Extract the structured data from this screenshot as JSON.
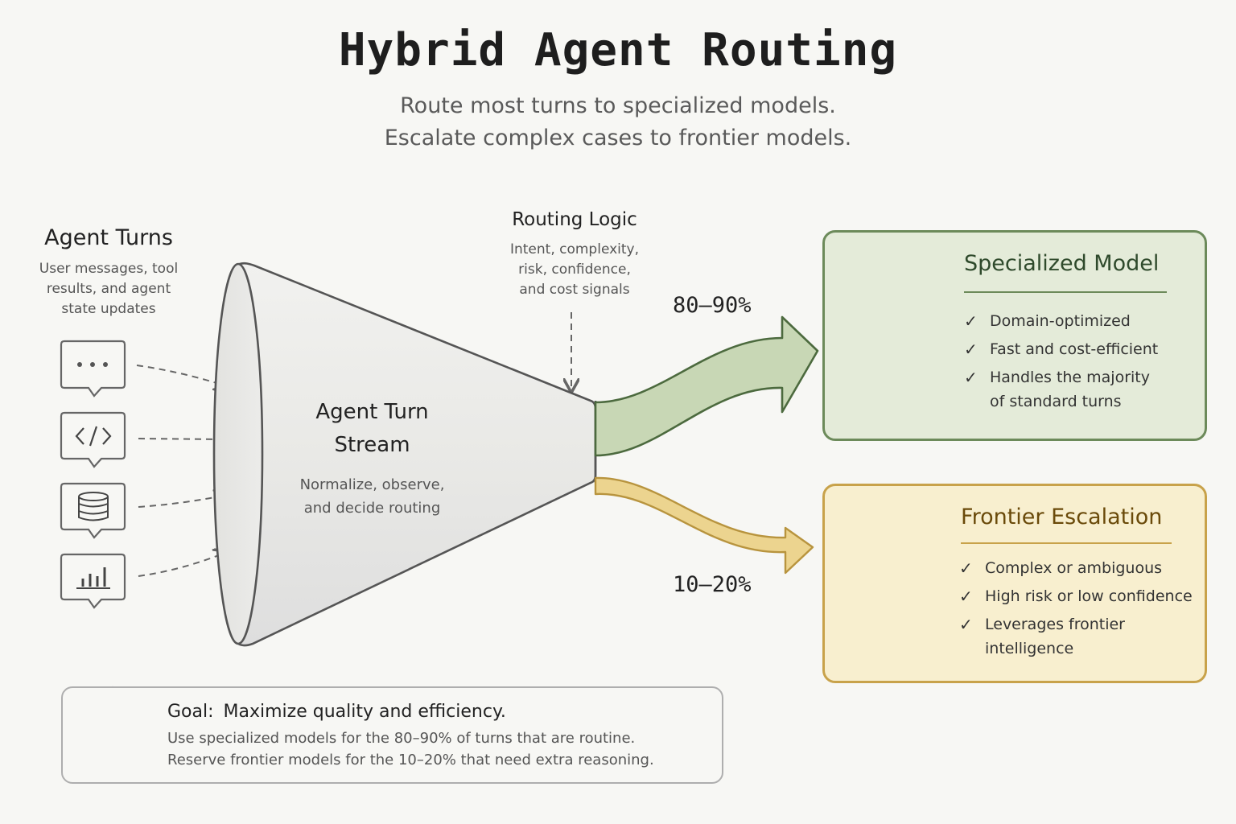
{
  "header": {
    "title": "Hybrid Agent Routing",
    "subtitle_line1": "Route most turns to specialized models.",
    "subtitle_line2": "Escalate complex cases to frontier models."
  },
  "agent_turns": {
    "title": "Agent Turns",
    "description_lines": [
      "User messages, tool",
      "results, and agent",
      "state updates"
    ],
    "icons": [
      "chat-bubble-icon",
      "code-icon",
      "database-icon",
      "bar-chart-icon"
    ]
  },
  "routing_logic": {
    "title": "Routing Logic",
    "description_lines": [
      "Intent, complexity,",
      "risk, confidence,",
      "and cost signals"
    ]
  },
  "funnel": {
    "title_lines": [
      "Agent Turn",
      "Stream"
    ],
    "description_lines": [
      "Normalize, observe,",
      "and decide routing"
    ]
  },
  "routes": {
    "specialized_share": "80–90%",
    "frontier_share": "10–20%"
  },
  "specialized_model": {
    "title": "Specialized Model",
    "icon": "brain-icon",
    "items": [
      "Domain-optimized",
      "Fast and cost-efficient",
      "Handles the majority",
      "of standard turns"
    ],
    "color": "#6c8a5a",
    "fill": "#e4ebd9"
  },
  "frontier_escalation": {
    "title": "Frontier Escalation",
    "icon": "mountain-flag-icon",
    "items": [
      "Complex or ambiguous",
      "High risk or low confidence",
      "Leverages frontier",
      "intelligence"
    ],
    "color": "#c8a24a",
    "fill": "#f8efcf"
  },
  "goal": {
    "icon": "lightbulb-icon",
    "label": "Goal:",
    "headline": "Maximize quality and efficiency.",
    "line1": "Use specialized models for the 80–90% of turns that are routine.",
    "line2": "Reserve frontier models for the 10–20% that need extra reasoning."
  }
}
